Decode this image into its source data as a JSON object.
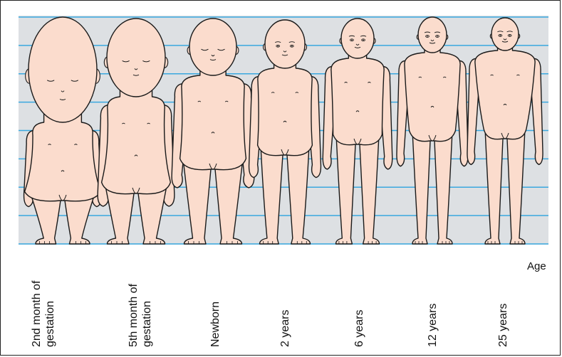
{
  "axis_label": "Age",
  "stages": [
    {
      "line1": "2nd month of",
      "line2": "gestation"
    },
    {
      "line1": "5th month of",
      "line2": "gestation"
    },
    {
      "line1": "Newborn",
      "line2": ""
    },
    {
      "line1": "2 years",
      "line2": ""
    },
    {
      "line1": "6 years",
      "line2": ""
    },
    {
      "line1": "12 years",
      "line2": ""
    },
    {
      "line1": "25 years",
      "line2": ""
    }
  ],
  "colors": {
    "background_band": "#dde0e3",
    "grid_lines": "#3aa8df",
    "skin": "#fbdccd",
    "outline": "#1a1a1a"
  }
}
